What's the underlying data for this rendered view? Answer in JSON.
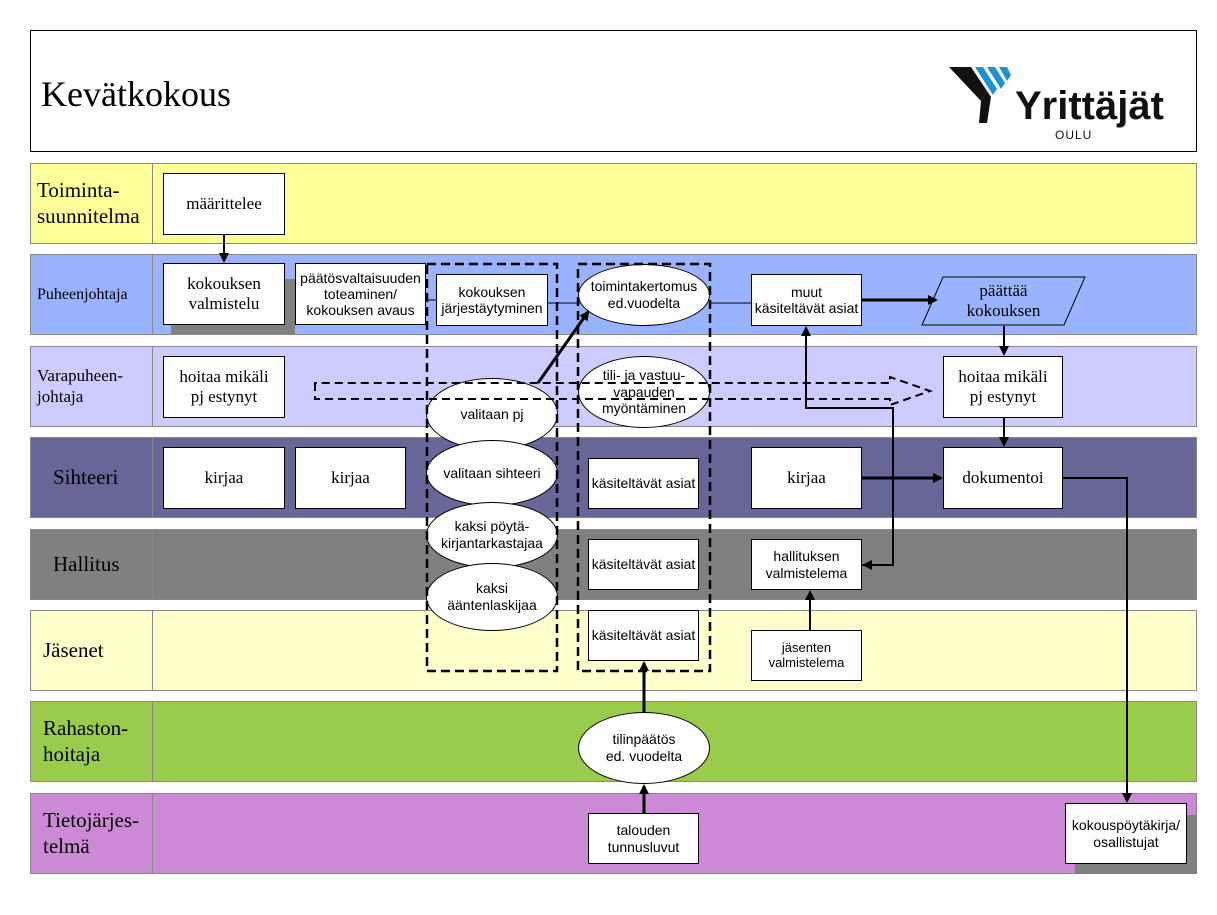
{
  "header": {
    "title": "Kevätkokous",
    "logo_text": "Yrittäjät",
    "logo_sub": "OULU"
  },
  "lanes": [
    {
      "label": "Toiminta-\nsuunnitelma",
      "color": "#ffff99"
    },
    {
      "label": "Puheenjohtaja",
      "color": "#99b3ff"
    },
    {
      "label": "Varapuheen-\njohtaja",
      "color": "#ccccff"
    },
    {
      "label": "Sihteeri",
      "color": "#666699"
    },
    {
      "label": "Hallitus",
      "color": "#808080"
    },
    {
      "label": "Jäsenet",
      "color": "#ffffcc"
    },
    {
      "label": "Rahaston-\nhoitaja",
      "color": "#99cc4d"
    },
    {
      "label": "Tietojärjes-\ntelmä",
      "color": "#cc8ad6"
    }
  ],
  "boxes": {
    "maarittelee": "määrittelee",
    "kokouksen_valmistelu": "kokouksen\nvalmistelu",
    "paatosvaltaisuuden": "päätösvaltaisuuden\ntoteaminen/\nkokouksen avaus",
    "jarjestaytyminen": "kokouksen\njärjestäytyminen",
    "muut_kasiteltavat": "muut\nkäsiteltävät asiat",
    "paattaa_kokouksen": "päättää\nkokouksen",
    "hoitaa_1": "hoitaa mikäli\npj estynyt",
    "hoitaa_2": "hoitaa mikäli\npj estynyt",
    "kirjaa_1": "kirjaa",
    "kirjaa_2": "kirjaa",
    "kasiteltavat_1": "käsiteltävät asiat",
    "kirjaa_3": "kirjaa",
    "dokumentoi": "dokumentoi",
    "kasiteltavat_2": "käsiteltävät asiat",
    "hallituksen_valmistelema": "hallituksen\nvalmistelema",
    "kasiteltavat_3": "käsiteltävät asiat",
    "jasenten_valmistelema": "jäsenten\nvalmistelema",
    "talouden_tunnusluvut": "talouden\ntunnusluvut",
    "kokouspoytakirja": "kokouspöytäkirja/\nosallistujat"
  },
  "ellipses": {
    "toimintakertomus": "toimintakertomus\ned.vuodelta",
    "tili_vastuu": "tili- ja vastuu-\nvapauden\nmyöntäminen",
    "valitaan_pj": "valitaan pj",
    "valitaan_sihteeri": "valitaan sihteeri",
    "poytakirjantarkastajaa": "kaksi pöytä-\nkirjantarkastajaa",
    "aantenlaskijaa": "kaksi\nääntenlaskijaa",
    "tilinpaatos": "tilinpäätös\ned. vuodelta"
  },
  "colors": {
    "logo_blue": "#1f8fd6",
    "logo_black": "#111111"
  }
}
